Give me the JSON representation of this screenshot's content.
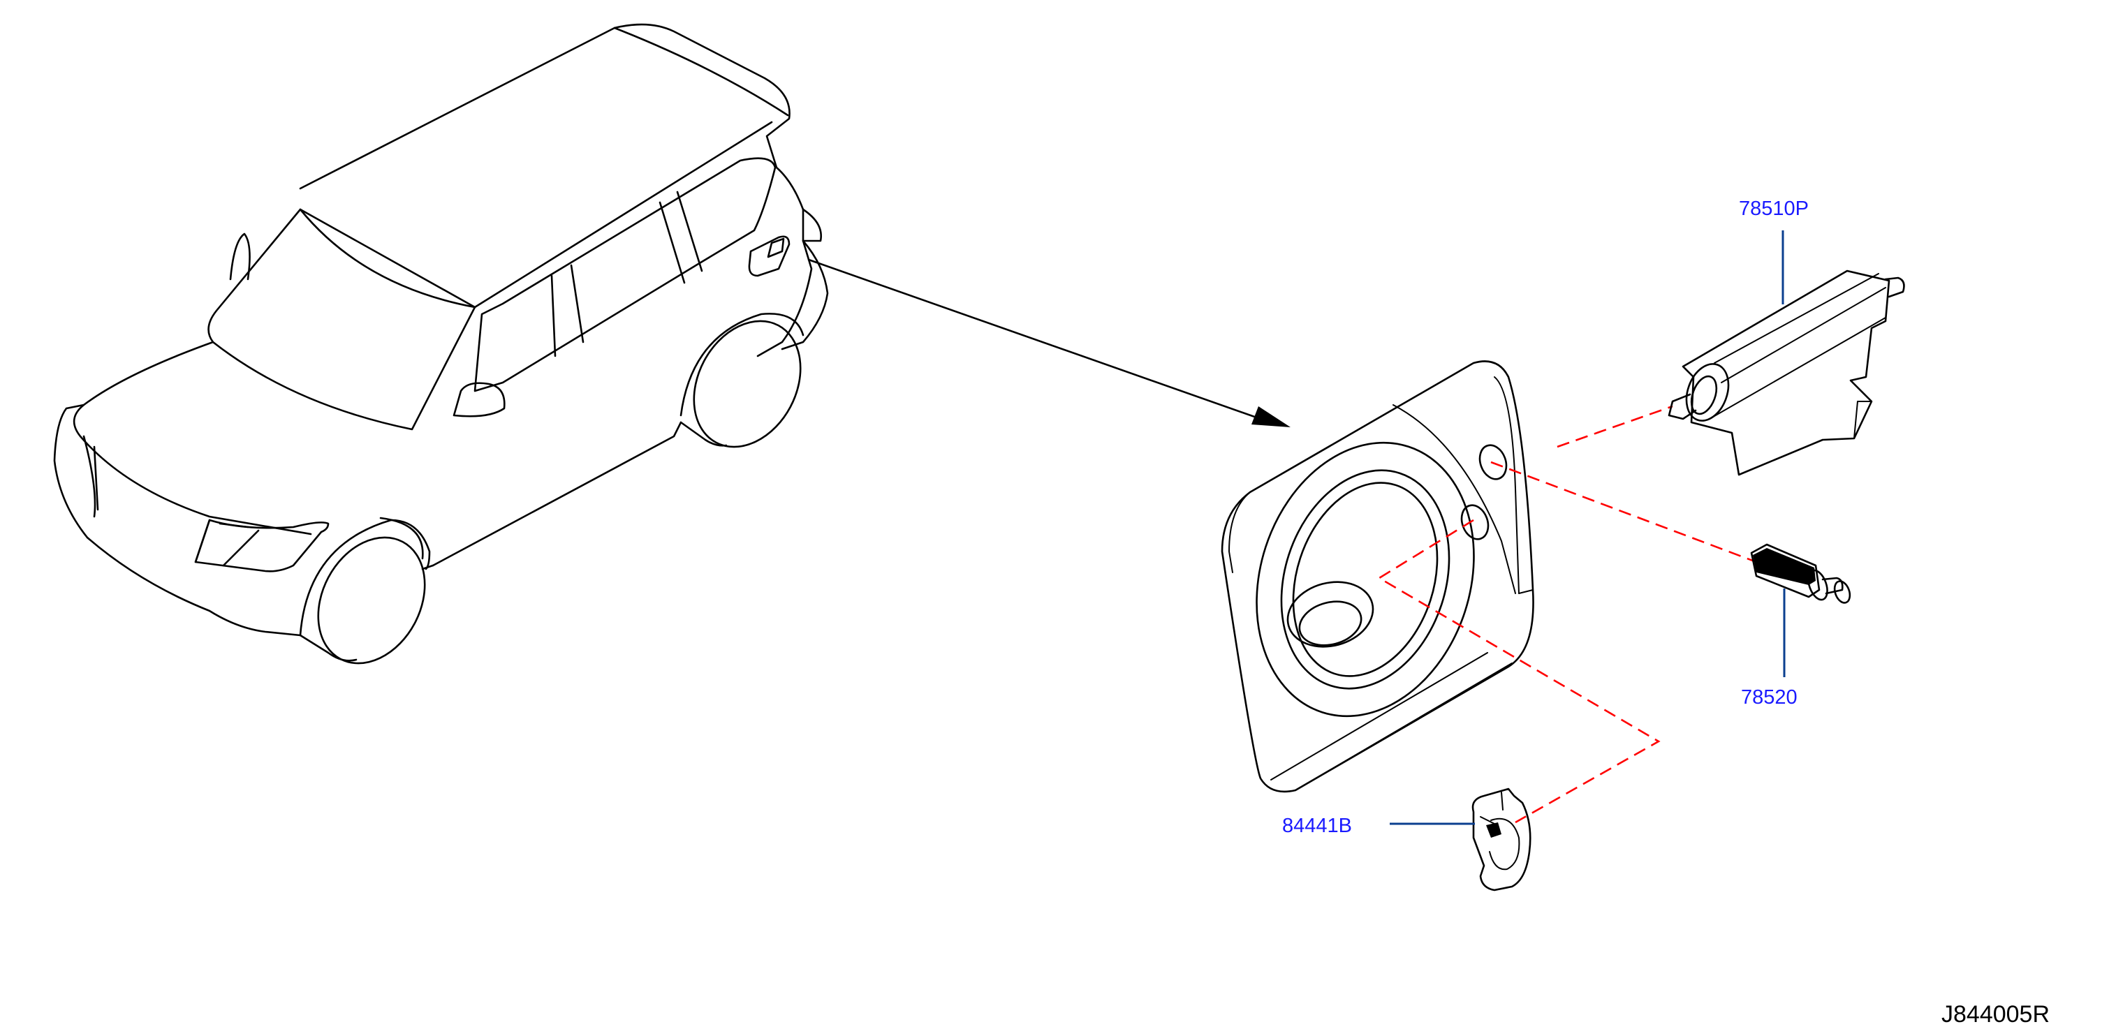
{
  "parts": {
    "actuator": {
      "label": "78510P"
    },
    "opener_pin": {
      "label": "78520"
    },
    "grommet": {
      "label": "84441B"
    }
  },
  "diagram_code": "J844005R",
  "colors": {
    "label_text": "#1a1aff",
    "leader_line": "#0b3f8f",
    "dashed_guide": "#ff0000",
    "line_art": "#000000"
  }
}
